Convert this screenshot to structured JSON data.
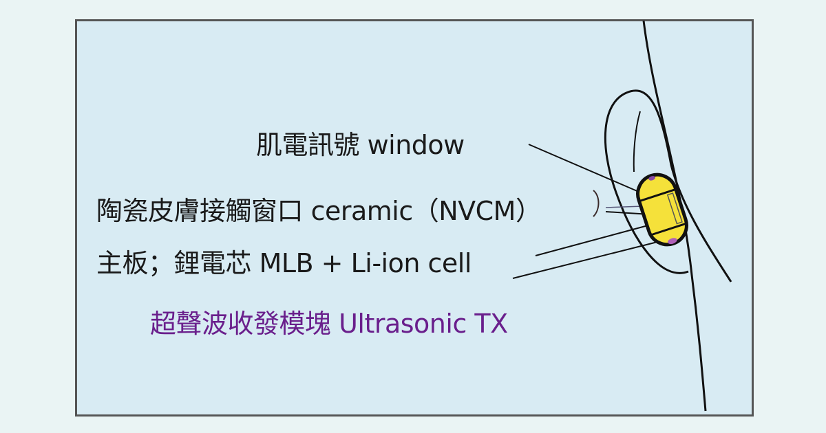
{
  "labels": {
    "window": "肌電訊號 window",
    "ceramic": "陶瓷皮膚接觸窗口 ceramic（NVCM）",
    "mlb": "主板；鋰電芯 MLB + Li-ion cell",
    "ultrasonic": "超聲波收發模塊 Ultrasonic TX"
  },
  "colors": {
    "background": "#d8ebf3",
    "capsule": "#f5e13a",
    "accent": "#6a1f8c"
  }
}
